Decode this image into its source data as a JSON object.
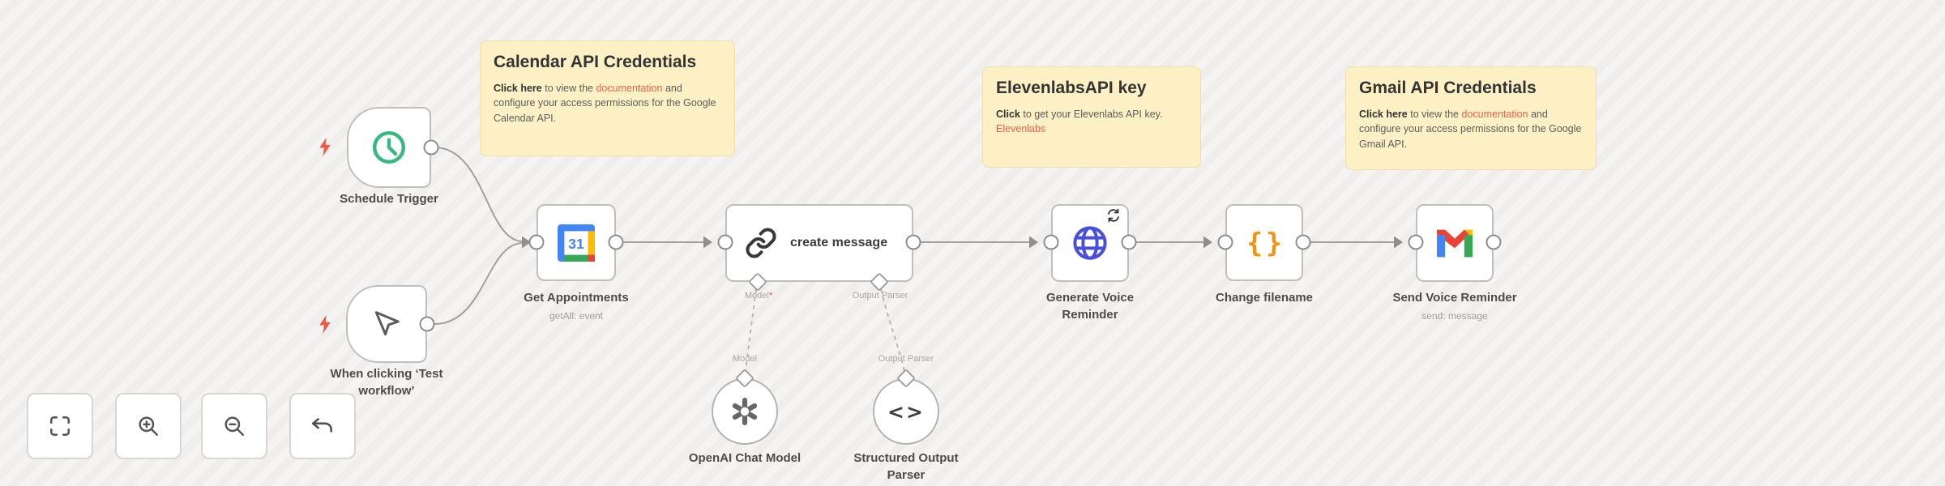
{
  "notes": {
    "calendar": {
      "title": "Calendar API Credentials",
      "bold": "Click here",
      "pre_link": " to view the ",
      "link": "documentation",
      "post_link": " and configure your access permissions for the Google Calendar API."
    },
    "elevenlabs": {
      "title": "ElevenlabsAPI key",
      "bold": "Click",
      "pre_link": " to get your Elevenlabs API key. ",
      "link": "Elevenlabs",
      "post_link": ""
    },
    "gmail": {
      "title": "Gmail API Credentials",
      "bold": "Click here",
      "pre_link": " to view the ",
      "link": "documentation",
      "post_link": " and configure your access permissions for the Google Gmail API."
    }
  },
  "nodes": {
    "schedule_trigger": {
      "label": "Schedule Trigger"
    },
    "manual_trigger": {
      "label": "When clicking ‘Test workflow’"
    },
    "get_appointments": {
      "label": "Get Appointments",
      "sublabel": "getAll: event"
    },
    "create_message": {
      "label": "create message",
      "model_port_label": "Model",
      "model_required": "*",
      "parser_port_label": "Output Parser"
    },
    "generate_voice": {
      "label": "Generate Voice Reminder"
    },
    "change_filename": {
      "label": "Change filename"
    },
    "send_voice": {
      "label": "Send Voice Reminder",
      "sublabel": "send: message"
    },
    "openai_chat_model": {
      "label": "OpenAI Chat Model",
      "port_label": "Model"
    },
    "structured_output_parser": {
      "label": "Structured Output Parser",
      "port_label": "Output Parser"
    }
  },
  "controls": {
    "items": [
      {
        "id": "fit-view",
        "icon": "fit-view-icon"
      },
      {
        "id": "zoom-in",
        "icon": "zoom-in-icon"
      },
      {
        "id": "zoom-out",
        "icon": "zoom-out-icon"
      },
      {
        "id": "undo",
        "icon": "undo-icon"
      }
    ]
  },
  "colors": {
    "sticky_bg": "#fcf0c4",
    "link": "#f2604c",
    "node_border": "#bfbfbf",
    "connection": "#a0a0a0",
    "bolt_red": "#ee5a45",
    "clock_green": "#36b881",
    "globe_indigo": "#4a4fdb",
    "braces_orange": "#f2930d",
    "google_blue": "#4285F4",
    "google_red": "#EA4335",
    "google_yellow": "#FBBC04",
    "google_green": "#34A853"
  }
}
